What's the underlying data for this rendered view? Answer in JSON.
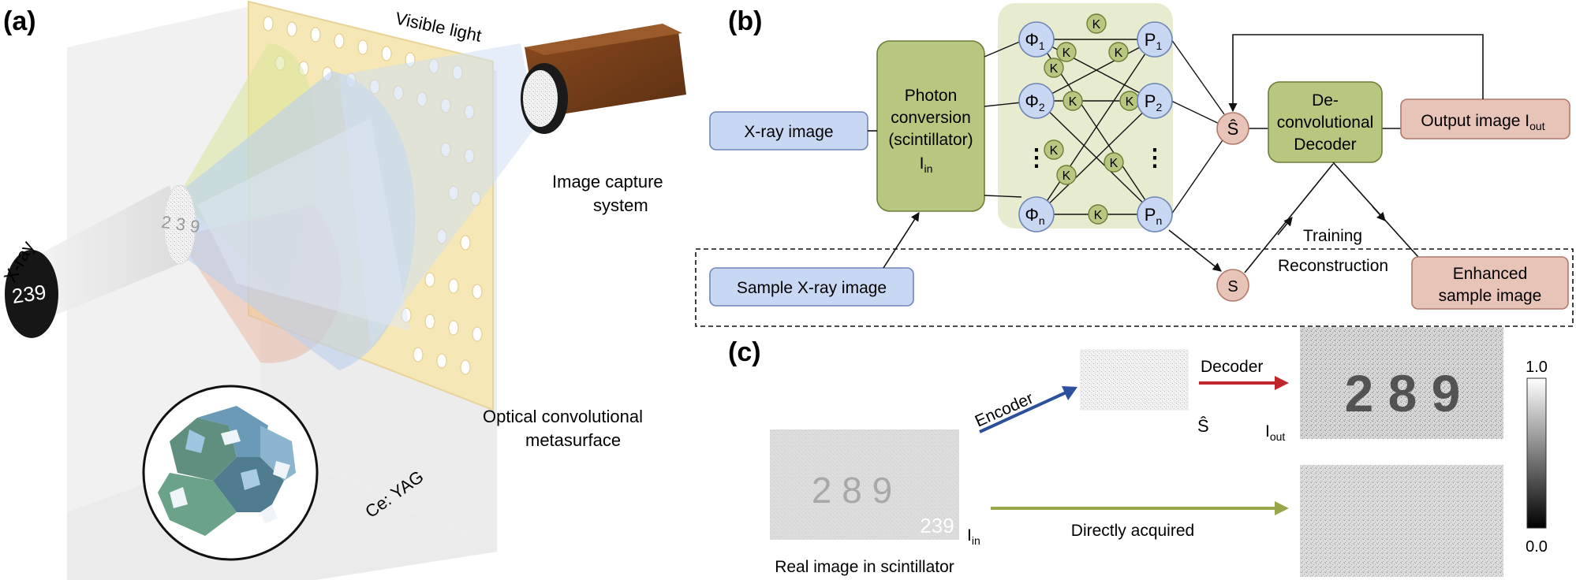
{
  "panels": {
    "a": "(a)",
    "b": "(b)",
    "c": "(c)"
  },
  "panel_a": {
    "xray_label": "X-ray",
    "sample_number": "239",
    "visible_light_label": "Visible light",
    "capture_label_1": "Image capture",
    "capture_label_2": "system",
    "metasurface_label_1": "Optical convolutional",
    "metasurface_label_2": "metasurface",
    "scintillator_label": "Ce: YAG",
    "screen_digits": "2 3 9"
  },
  "panel_b": {
    "xray_image": "X-ray image",
    "sample_xray_image": "Sample X-ray image",
    "photon_conversion": [
      "Photon",
      "conversion",
      "(scintillator)"
    ],
    "iin_main": "I",
    "iin_sub": "in",
    "phi_nodes": [
      {
        "main": "Φ",
        "sub": "1"
      },
      {
        "main": "Φ",
        "sub": "2"
      },
      {
        "main": "Φ",
        "sub": "n"
      }
    ],
    "p_nodes": [
      {
        "main": "P",
        "sub": "1"
      },
      {
        "main": "P",
        "sub": "2"
      },
      {
        "main": "P",
        "sub": "n"
      }
    ],
    "kernel_label": "K",
    "ellipsis": "⋮",
    "s_hat": "Ŝ",
    "s": "S",
    "decoder": [
      "De-",
      "convolutional",
      "Decoder"
    ],
    "output_main": "Output image I",
    "output_sub": "out",
    "enhanced": [
      "Enhanced",
      "sample image"
    ],
    "training": "Training",
    "reconstruction": "Reconstruction",
    "colors": {
      "blue_fill": "#c9d8f2",
      "blue_stroke": "#6f86b9",
      "green_fill": "#b8c77f",
      "green_stroke": "#6f7e35",
      "pink_fill": "#e8c3b8",
      "pink_stroke": "#b07a6a",
      "network_bg": "#e7ecd0"
    }
  },
  "panel_c": {
    "encoder": "Encoder",
    "decoder": "Decoder",
    "s_hat": "Ŝ",
    "iout_main": "I",
    "iout_sub": "out",
    "iin_main": "I",
    "iin_sub": "in",
    "directly_acquired": "Directly acquired",
    "real_image": "Real image in scintillator",
    "digits_dark": "2 8 9",
    "stamp": "239",
    "scale_max": "1.0",
    "scale_min": "0.0",
    "colors": {
      "encoder_arrow": "#2c4f9e",
      "decoder_arrow": "#c0272d",
      "direct_arrow": "#9aa64a"
    }
  }
}
